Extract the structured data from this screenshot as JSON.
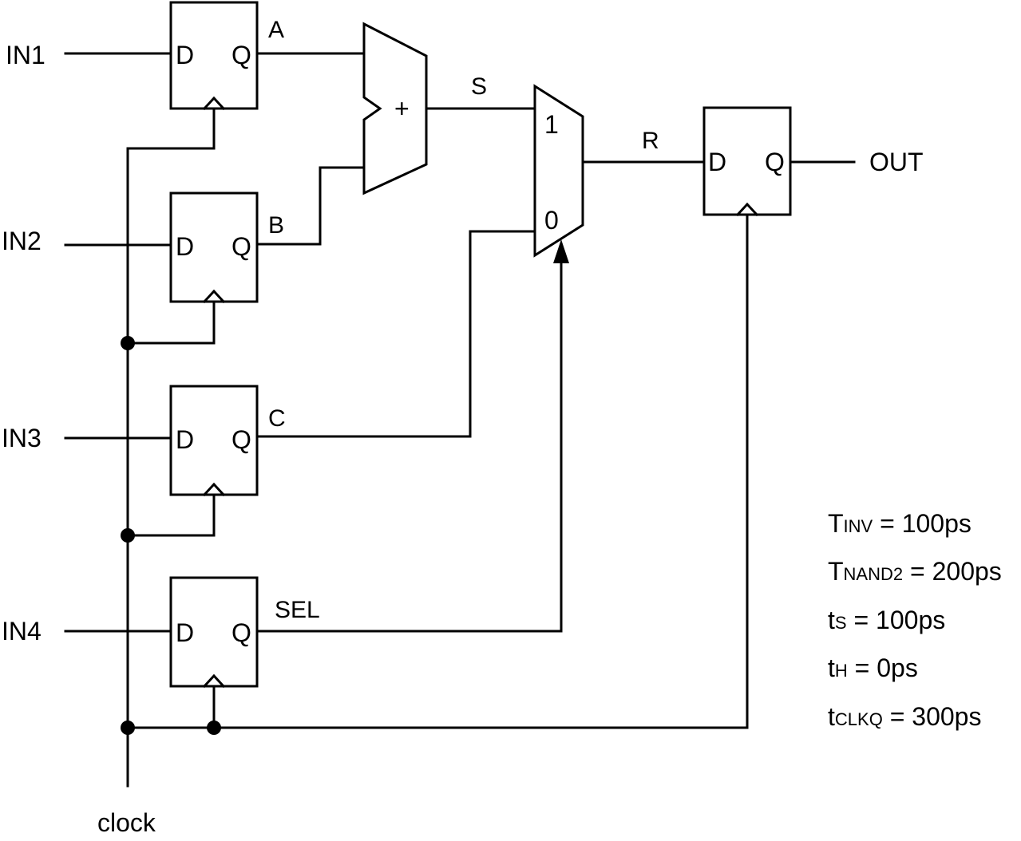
{
  "inputs": [
    "IN1",
    "IN2",
    "IN3",
    "IN4"
  ],
  "output": "OUT",
  "clock_label": "clock",
  "signals": {
    "a": "A",
    "b": "B",
    "c": "C",
    "sel": "SEL",
    "s": "S",
    "r": "R"
  },
  "flipflop_pins": {
    "d": "D",
    "q": "Q"
  },
  "adder_symbol": "+",
  "mux_inputs": {
    "one": "1",
    "zero": "0"
  },
  "timing": [
    {
      "main": "T",
      "sub": "INV",
      "rest": " = 100ps"
    },
    {
      "main": "T",
      "sub": "NAND2",
      "rest": " = 200ps"
    },
    {
      "main": "t",
      "sub": "S",
      "rest": " = 100ps"
    },
    {
      "main": "t",
      "sub": "H",
      "rest": " = 0ps"
    },
    {
      "main": "t",
      "sub": "CLKQ",
      "rest": " = 300ps"
    }
  ]
}
